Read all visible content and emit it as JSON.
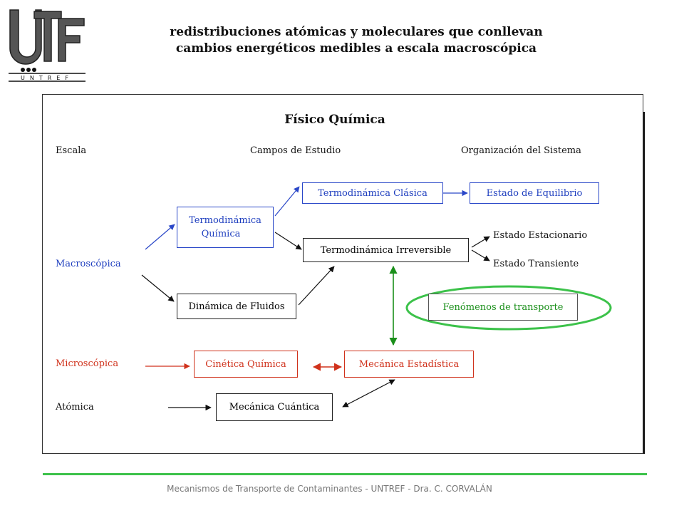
{
  "header": {
    "title_line1": "redistribuciones atómicas y moleculares que conllevan",
    "title_line2": "cambios energéticos medibles a escala macroscópica",
    "logo_text": "UNTREF",
    "logo_letters": "UTF"
  },
  "diagram": {
    "heading": "Físico Química",
    "columns": {
      "scale": "Escala",
      "fields": "Campos de Estudio",
      "organization": "Organización del Sistema"
    },
    "scales": {
      "macro": "Macroscópica",
      "micro": "Microscópica",
      "atomic": "Atómica"
    },
    "boxes": {
      "termo_clasica": "Termodinámica Clásica",
      "estado_equilibrio": "Estado de Equilibrio",
      "termo_quimica_1": "Termodinámica",
      "termo_quimica_2": "Química",
      "termo_irreversible": "Termodinámica Irreversible",
      "dinamica_fluidos": "Dinámica de Fluidos",
      "fenomenos_transporte": "Fenómenos de transporte",
      "cinetica_quimica": "Cinética Química",
      "mecanica_estadistica": "Mecánica Estadística",
      "mecanica_cuantica": "Mecánica Cuántica"
    },
    "states": {
      "estacionario": "Estado Estacionario",
      "transiente": "Estado Transiente"
    },
    "colors": {
      "blue": "#1f3fbf",
      "red": "#d0321c",
      "green": "#1a8f1a",
      "highlight": "#3cc24a"
    }
  },
  "footer": {
    "text": "Mecanismos de Transporte de Contaminantes  -  UNTREF - Dra. C. CORVALÁN"
  }
}
